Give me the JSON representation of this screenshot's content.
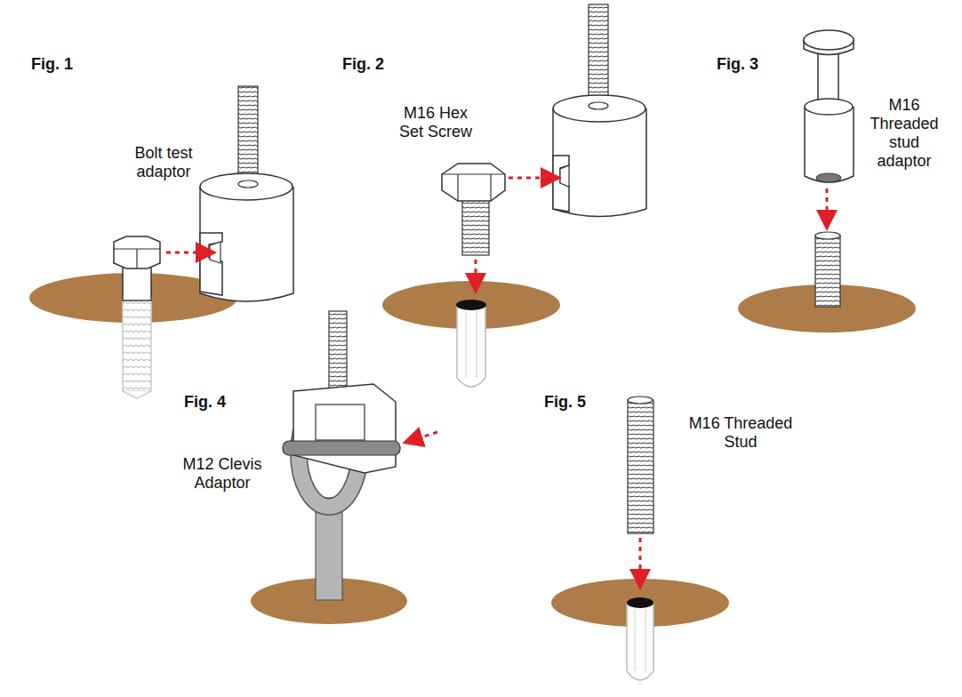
{
  "diagram": {
    "labels": [
      "Fig. 1",
      "Bolt test adaptor",
      "Fig. 2",
      "M16 Hex Set Screw",
      "Fig. 3",
      "M16 Threaded stud adaptor",
      "Fig. 4",
      "M12 Clevis Adaptor",
      "Fig. 5",
      "M16 Threaded Stud"
    ]
  }
}
